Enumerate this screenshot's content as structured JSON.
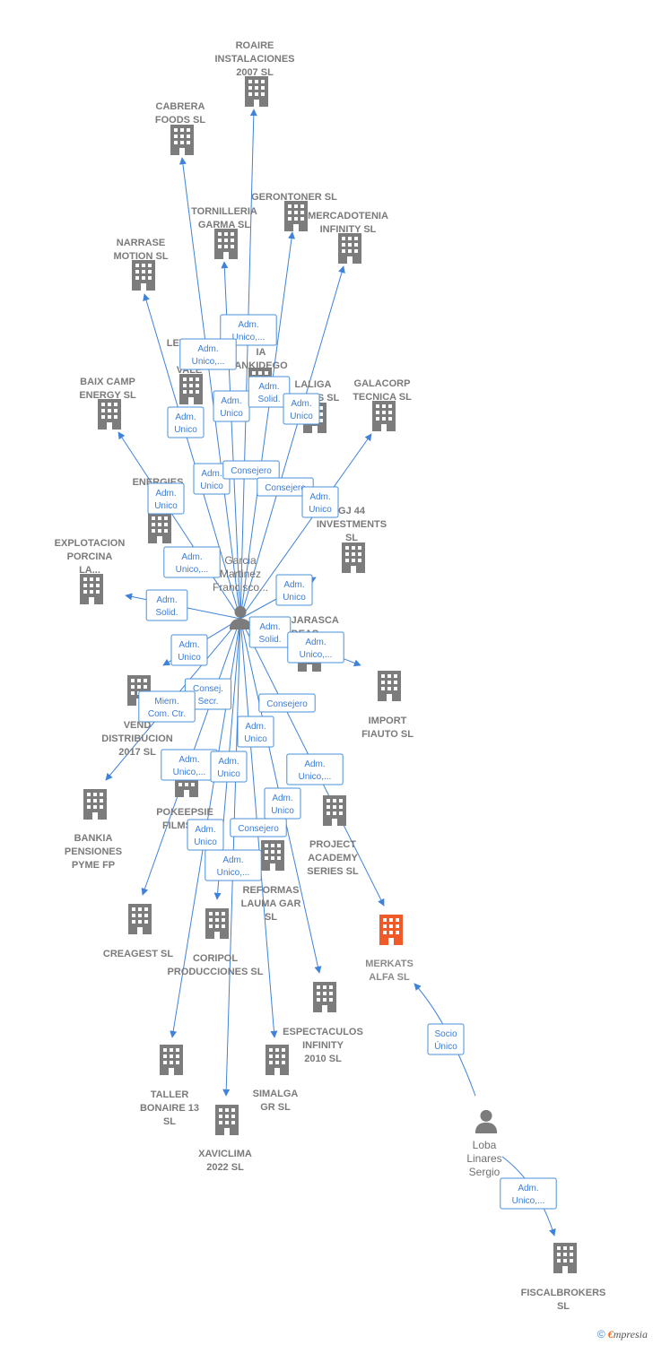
{
  "colors": {
    "building": "#7c7c7c",
    "focus_building": "#f05a28",
    "edge": "#3f82d9",
    "label": "#7a7a7a"
  },
  "companies": [
    {
      "id": "roaire",
      "lines": [
        "ROAIRE",
        "INSTALACIONES",
        "2007 SL"
      ]
    },
    {
      "id": "cabrera",
      "lines": [
        "CABRERA",
        "FOODS  SL"
      ]
    },
    {
      "id": "gerontoner",
      "lines": [
        "GERONTONER SL"
      ]
    },
    {
      "id": "tornilleria",
      "lines": [
        "TORNILLERIA",
        "GARMA SL"
      ]
    },
    {
      "id": "mercadotenia",
      "lines": [
        "MERCADOTENIA",
        "INFINITY  SL"
      ]
    },
    {
      "id": "narrase",
      "lines": [
        "NARRASE",
        "MOTION SL"
      ]
    },
    {
      "id": "levante",
      "lines": [
        "LEVANTE",
        "C",
        "VALE"
      ]
    },
    {
      "id": "ankidego",
      "lines": [
        "AD",
        "IA",
        "ANKIDEGO"
      ]
    },
    {
      "id": "baixcamp",
      "lines": [
        "BAIX CAMP",
        "ENERGY  SL"
      ]
    },
    {
      "id": "laliga",
      "lines": [
        "LALIGA",
        "TUDIOS  SL"
      ]
    },
    {
      "id": "galacorp",
      "lines": [
        "GALACORP",
        "TECNICA  SL"
      ]
    },
    {
      "id": "energies",
      "lines": [
        "ENERGIES",
        "REN",
        "DEL"
      ]
    },
    {
      "id": "gj44",
      "lines": [
        "GJ 44",
        "INVESTMENTS",
        "SL"
      ]
    },
    {
      "id": "explotacion",
      "lines": [
        "EXPLOTACION",
        "PORCINA",
        "LA..."
      ]
    },
    {
      "id": "hojarasca",
      "lines": [
        "HOJARASCA",
        "IDEAS..."
      ]
    },
    {
      "id": "importfiauto",
      "lines": [
        "IMPORT",
        "FIAUTO  SL"
      ]
    },
    {
      "id": "vend",
      "lines": [
        "VEND",
        "DISTRIBUCION",
        "2017  SL"
      ]
    },
    {
      "id": "bankia",
      "lines": [
        "BANKIA",
        "PENSIONES",
        "PYME FP"
      ]
    },
    {
      "id": "pokeepsie",
      "lines": [
        "POKEEPSIE",
        "FILMS SL"
      ]
    },
    {
      "id": "project",
      "lines": [
        "PROJECT",
        "ACADEMY",
        "SERIES  SL"
      ]
    },
    {
      "id": "reformas",
      "lines": [
        "REFORMAS",
        "LAUMA GAR",
        "SL"
      ]
    },
    {
      "id": "creagest",
      "lines": [
        "CREAGEST SL"
      ]
    },
    {
      "id": "coripol",
      "lines": [
        "CORIPOL",
        "PRODUCCIONES SL"
      ]
    },
    {
      "id": "merkats",
      "lines": [
        "MERKATS",
        "ALFA  SL"
      ],
      "focus": true
    },
    {
      "id": "espectaculos",
      "lines": [
        "ESPECTACULOS",
        "INFINITY",
        "2010 SL"
      ]
    },
    {
      "id": "taller",
      "lines": [
        "TALLER",
        "BONAIRE 13",
        "SL"
      ]
    },
    {
      "id": "simalga",
      "lines": [
        "SIMALGA",
        "GR  SL"
      ]
    },
    {
      "id": "xaviclima",
      "lines": [
        "XAVICLIMA",
        "2022  SL"
      ]
    },
    {
      "id": "fiscalbrokers",
      "lines": [
        "FISCALBROKERS",
        "SL"
      ]
    }
  ],
  "persons": [
    {
      "id": "garcia",
      "lines": [
        "Garcia",
        "Martinez",
        "Francisco..."
      ]
    },
    {
      "id": "loba",
      "lines": [
        "Loba",
        "Linares",
        "Sergio"
      ]
    }
  ],
  "edges": [
    {
      "from": "garcia",
      "to": "roaire"
    },
    {
      "from": "garcia",
      "to": "cabrera"
    },
    {
      "from": "garcia",
      "to": "gerontoner"
    },
    {
      "from": "garcia",
      "to": "tornilleria"
    },
    {
      "from": "garcia",
      "to": "mercadotenia"
    },
    {
      "from": "garcia",
      "to": "narrase"
    },
    {
      "from": "garcia",
      "to": "baixcamp"
    },
    {
      "from": "garcia",
      "to": "galacorp"
    },
    {
      "from": "garcia",
      "to": "explotacion"
    },
    {
      "from": "garcia",
      "to": "hojarasca"
    },
    {
      "from": "garcia",
      "to": "importfiauto"
    },
    {
      "from": "garcia",
      "to": "vend"
    },
    {
      "from": "garcia",
      "to": "bankia"
    },
    {
      "from": "garcia",
      "to": "creagest"
    },
    {
      "from": "garcia",
      "to": "coripol"
    },
    {
      "from": "garcia",
      "to": "merkats"
    },
    {
      "from": "garcia",
      "to": "espectaculos"
    },
    {
      "from": "garcia",
      "to": "taller"
    },
    {
      "from": "garcia",
      "to": "simalga"
    },
    {
      "from": "garcia",
      "to": "xaviclima"
    },
    {
      "from": "loba",
      "to": "merkats"
    },
    {
      "from": "loba",
      "to": "fiscalbrokers"
    }
  ],
  "edge_labels": [
    {
      "lines": [
        "Adm.",
        "Unico,..."
      ]
    },
    {
      "lines": [
        "Adm.",
        "Unico,..."
      ]
    },
    {
      "lines": [
        "Adm.",
        "Unico"
      ]
    },
    {
      "lines": [
        "Adm.",
        "Solid."
      ]
    },
    {
      "lines": [
        "Adm.",
        "Unico"
      ]
    },
    {
      "lines": [
        "Adm.",
        "Unico"
      ]
    },
    {
      "lines": [
        "Adm.",
        "Unico"
      ]
    },
    {
      "lines": [
        "Consejero"
      ]
    },
    {
      "lines": [
        "Consejero"
      ]
    },
    {
      "lines": [
        "Adm.",
        "Unico"
      ]
    },
    {
      "lines": [
        "Adm.",
        "Unico"
      ]
    },
    {
      "lines": [
        "Adm.",
        "Unico,..."
      ]
    },
    {
      "lines": [
        "Adm.",
        "Unico"
      ]
    },
    {
      "lines": [
        "Adm.",
        "Solid."
      ]
    },
    {
      "lines": [
        "Adm.",
        "Solid."
      ]
    },
    {
      "lines": [
        "Adm.",
        "Unico,..."
      ]
    },
    {
      "lines": [
        "Adm.",
        "Unico"
      ]
    },
    {
      "lines": [
        "Consej.",
        "Secr."
      ]
    },
    {
      "lines": [
        "Miem.",
        "Com. Ctr."
      ]
    },
    {
      "lines": [
        "Consejero"
      ]
    },
    {
      "lines": [
        "Adm.",
        "Unico"
      ]
    },
    {
      "lines": [
        "Adm.",
        "Unico,..."
      ]
    },
    {
      "lines": [
        "Adm.",
        "Unico"
      ]
    },
    {
      "lines": [
        "Adm.",
        "Unico,..."
      ]
    },
    {
      "lines": [
        "Adm.",
        "Unico"
      ]
    },
    {
      "lines": [
        "Adm.",
        "Unico"
      ]
    },
    {
      "lines": [
        "Consejero"
      ]
    },
    {
      "lines": [
        "Adm.",
        "Unico,..."
      ]
    },
    {
      "lines": [
        "Socio",
        "Único"
      ]
    },
    {
      "lines": [
        "Adm.",
        "Unico,..."
      ]
    }
  ],
  "footer": {
    "copyright": "©",
    "brand_initial": "€",
    "brand_rest": "mpresia"
  }
}
